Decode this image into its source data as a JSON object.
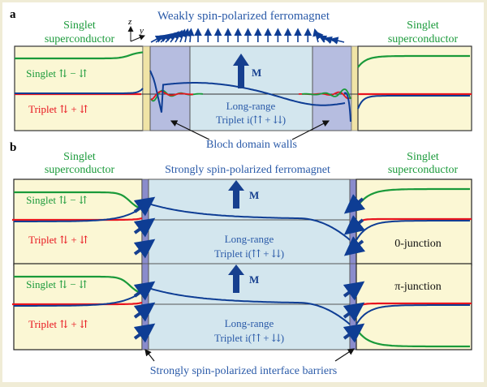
{
  "panel_a": {
    "letter": "a",
    "title": "Weakly spin-polarized ferromagnet",
    "left_sc": [
      "Singlet",
      "superconductor"
    ],
    "right_sc": [
      "Singlet",
      "superconductor"
    ],
    "axis_z": "z",
    "axis_y": "y",
    "singlet_label": "Singlet ⇅ − ⇵",
    "triplet_label": "Triplet ⇅ + ⇵",
    "magnetization": "M",
    "long_range": [
      "Long-range",
      "Triplet i(⇈ + ⇊)"
    ],
    "domain_walls": "Bloch domain walls"
  },
  "panel_b": {
    "letter": "b",
    "title": "Strongly spin-polarized ferromagnet",
    "left_sc": [
      "Singlet",
      "superconductor"
    ],
    "right_sc": [
      "Singlet",
      "superconductor"
    ],
    "junctions": [
      {
        "singlet_label": "Singlet ⇅ − ⇵",
        "triplet_label": "Triplet ⇅ + ⇵",
        "magnetization": "M",
        "long_range": [
          "Long-range",
          "Triplet i(⇈ + ⇊)"
        ],
        "type": "0-junction"
      },
      {
        "singlet_label": "Singlet ⇅ − ⇵",
        "triplet_label": "Triplet ⇅ + ⇵",
        "magnetization": "M",
        "long_range": [
          "Long-range",
          "Triplet i(⇈ + ⇊)"
        ],
        "type": "π-junction"
      }
    ],
    "barriers": "Strongly spin-polarized interface barriers"
  },
  "colors": {
    "singlet": "#1a9a3a",
    "triplet": "#e8141e",
    "long_range": "#0e3d94",
    "label_blue": "#2a5aa8",
    "sc_fill": "#fbf7d4",
    "fm_fill": "#d3e6ee",
    "wall_fill": "#b6bde0",
    "barrier_fill": "#8a8ccc"
  }
}
